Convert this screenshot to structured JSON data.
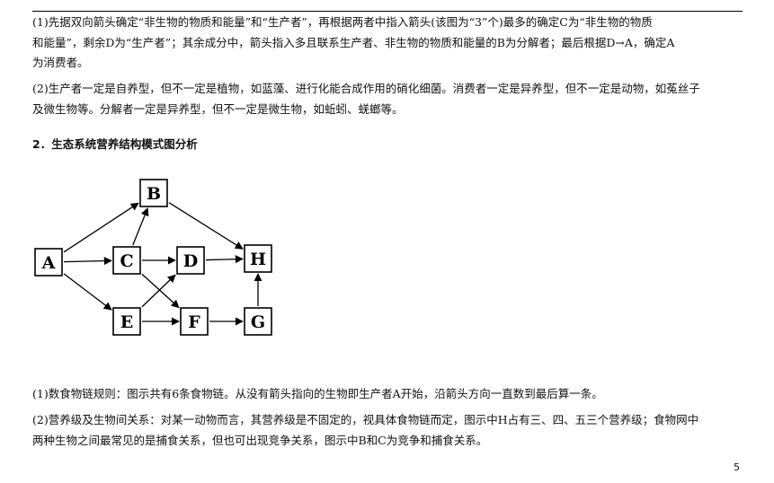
{
  "explanation_1": {
    "lines": [
      "(1)先据双向箭头确定“非生物的物质和能量”和“生产者”，再根据两者中指入箭头(该图为“3”个)最多的确定C为“非生物的物质",
      "和能量”，剩余D为“生产者”；其余成分中，箭头指入多且联系生产者、非生物的物质和能量的B为分解者；最后根据D→A，确定A",
      "为消费者。"
    ]
  },
  "explanation_2": {
    "lines": [
      "(2)生产者一定是自养型，但不一定是植物，如蓝藻、进行化能合成作用的硝化细菌。消费者一定是异养型，但不一定是动物，如菟丝子",
      "及微生物等。分解者一定是异养型，但不一定是微生物，如蚯蚓、蜣螂等。"
    ]
  },
  "section_heading": "2．生态系统营养结构模式图分析",
  "diagram": {
    "nodes": [
      "A",
      "B",
      "C",
      "D",
      "E",
      "F",
      "G",
      "H"
    ],
    "edges": [
      [
        "A",
        "B"
      ],
      [
        "A",
        "C"
      ],
      [
        "A",
        "E"
      ],
      [
        "C",
        "B"
      ],
      [
        "C",
        "D"
      ],
      [
        "C",
        "F"
      ],
      [
        "E",
        "D"
      ],
      [
        "E",
        "F"
      ],
      [
        "B",
        "H"
      ],
      [
        "D",
        "H"
      ],
      [
        "F",
        "G"
      ],
      [
        "G",
        "H"
      ]
    ]
  },
  "analysis_1": {
    "lines": [
      "(1)数食物链规则：图示共有6条食物链。从没有箭头指向的生物即生产者A开始，沿箭头方向一直数到最后算一条。"
    ]
  },
  "analysis_2": {
    "lines": [
      "(2)营养级及生物间关系：对某一动物而言，其营养级是不固定的，视具体食物链而定，图示中H占有三、四、五三个营养级；食物网中",
      "两种生物之间最常见的是捕食关系，但也可出现竞争关系，图示中B和C为竞争和捕食关系。"
    ]
  },
  "page_number": "5"
}
